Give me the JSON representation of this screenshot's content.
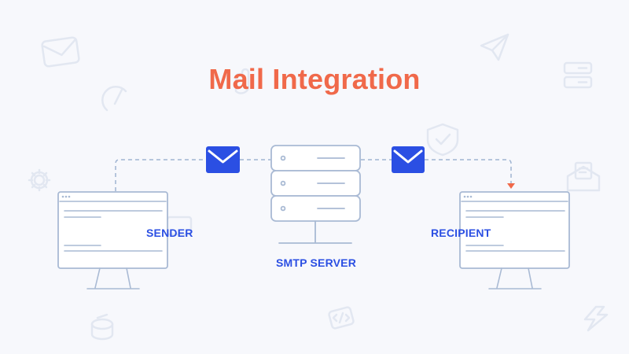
{
  "title": "Mail Integration",
  "nodes": {
    "sender": "SENDER",
    "server": "SMTP SERVER",
    "recipient": "RECIPIENT"
  },
  "colors": {
    "title": "#f0694a",
    "label": "#2b4fe3",
    "envelope": "#2b4fe3",
    "outline": "#a9bad4",
    "connector": "#9fb4d2",
    "arrow": "#f0694a",
    "background_icons": "#e2e7f1"
  },
  "icons": {
    "background": [
      "mail-icon",
      "send-icon",
      "server-icon",
      "gauge-icon",
      "shield-check-icon",
      "gear-icon",
      "inbox-icon",
      "code-icon",
      "lightning-icon",
      "drum-icon",
      "hand-icon",
      "card-icon"
    ]
  }
}
